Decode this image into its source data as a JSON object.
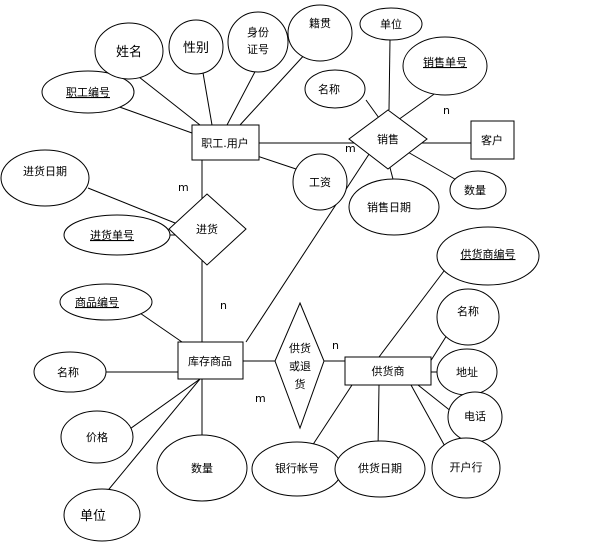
{
  "entities": {
    "staff": "职工.用户",
    "customer": "客户",
    "stock": "库存商品",
    "supplier": "供货商"
  },
  "relationships": {
    "sale": "销售",
    "purchase": "进货",
    "supply": [
      "供货",
      "或退",
      "货"
    ]
  },
  "attributes": {
    "staff_no": "职工编号",
    "name": "姓名",
    "gender": "性别",
    "id_card": [
      "身份",
      "证号"
    ],
    "native_place": "籍贯",
    "salary": "工资",
    "sale_unit": "单位",
    "sale_no": "销售单号",
    "sale_name": "名称",
    "sale_date": "销售日期",
    "sale_qty": "数量",
    "purchase_date": "进货日期",
    "purchase_no": "进货单号",
    "goods_no": "商品编号",
    "goods_name": "名称",
    "goods_price": "价格",
    "goods_qty": "数量",
    "goods_unit": "单位",
    "supplier_no": "供货商编号",
    "supplier_name": "名称",
    "supplier_addr": "地址",
    "supplier_phone": "电话",
    "supplier_bank": "开户行",
    "supplier_account": "银行帐号",
    "supply_date": "供货日期"
  },
  "cardinalities": {
    "staff_purchase": "m",
    "purchase_stock": "n",
    "staff_sale": "m",
    "sale_customer": "n",
    "stock_supply": "m",
    "supply_supplier": "n"
  }
}
